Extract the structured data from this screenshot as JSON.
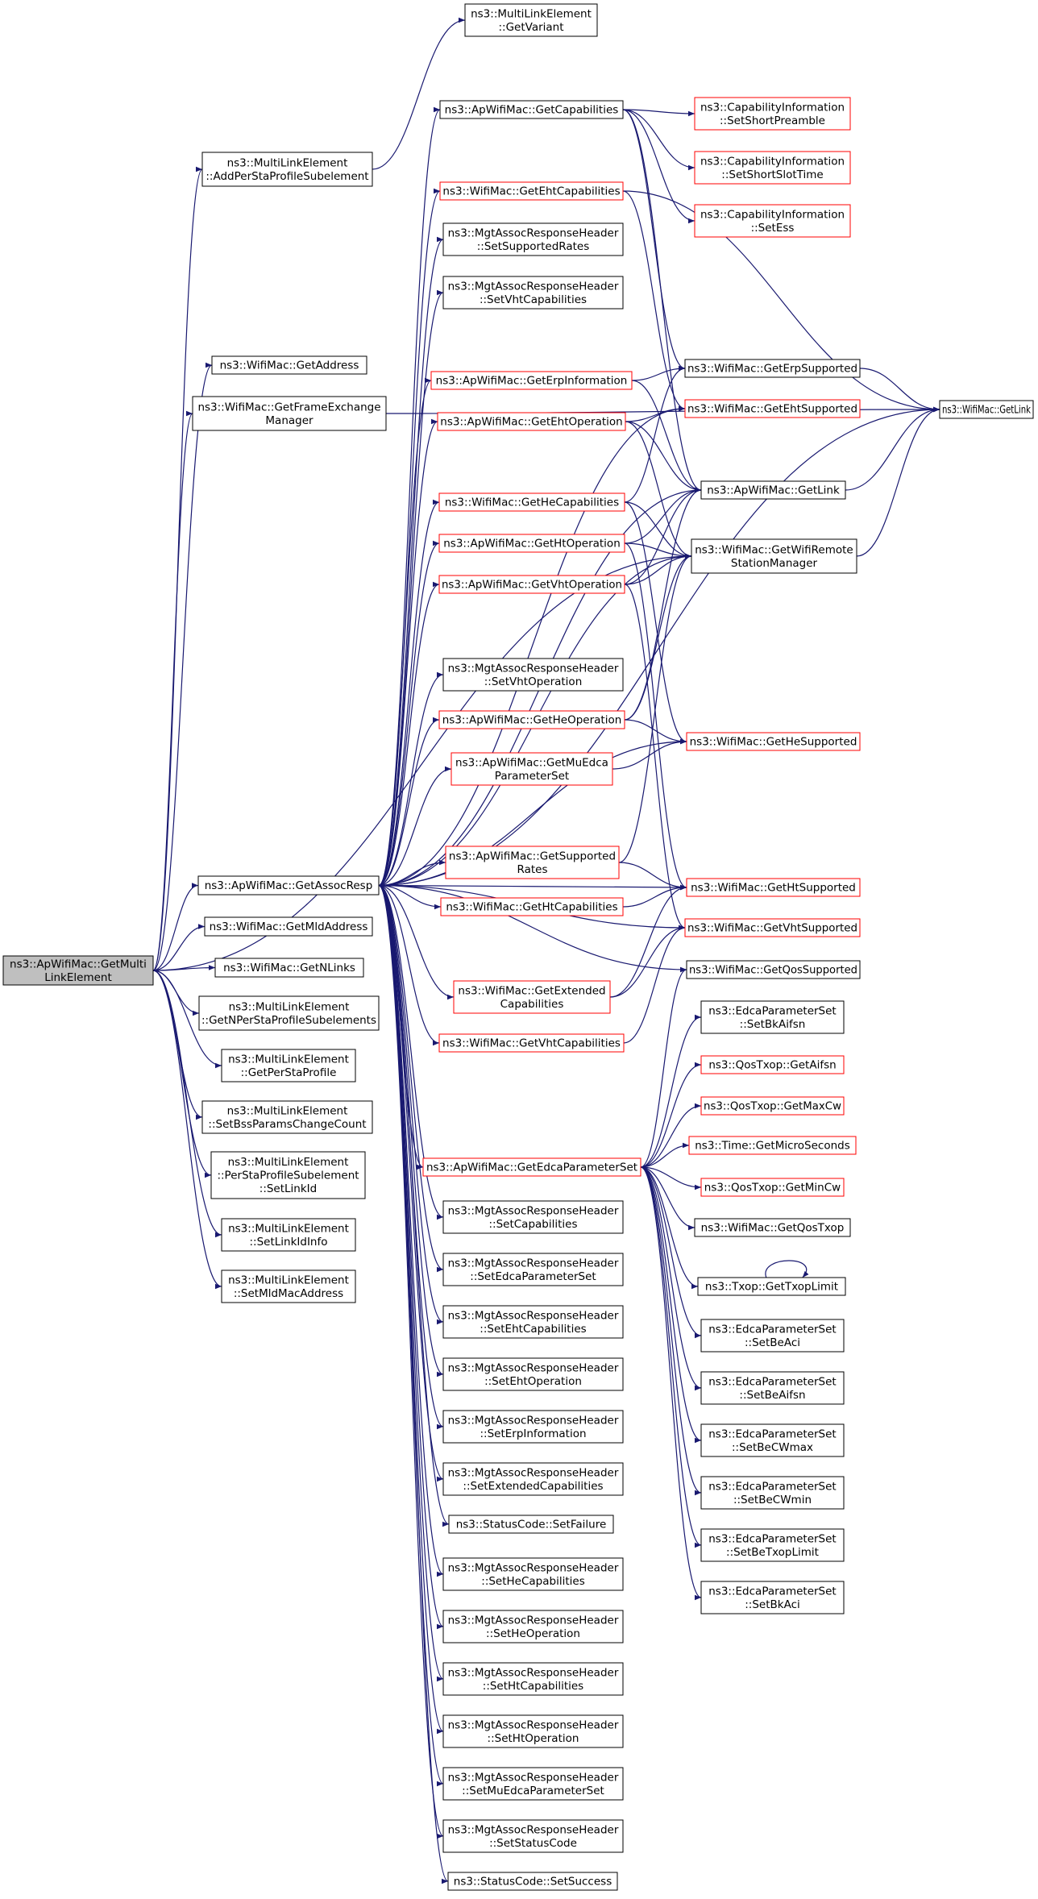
{
  "colors": {
    "edge": "#191970",
    "node_border_plain": "#000000",
    "node_border_red": "#ff0000",
    "node_fill_root": "#bfbfbf",
    "node_fill": "#ffffff"
  },
  "nodes": [
    {
      "id": "root",
      "lines": [
        "ns3::ApWifiMac::GetMulti",
        "LinkElement"
      ],
      "style": "root"
    },
    {
      "id": "addPerSta",
      "lines": [
        "ns3::MultiLinkElement",
        "::AddPerStaProfileSubelement"
      ],
      "style": "plain"
    },
    {
      "id": "getVariant",
      "lines": [
        "ns3::MultiLinkElement",
        "::GetVariant"
      ],
      "style": "plain"
    },
    {
      "id": "getAddress",
      "lines": [
        "ns3::WifiMac::GetAddress"
      ],
      "style": "plain"
    },
    {
      "id": "getFEM",
      "lines": [
        "ns3::WifiMac::GetFrameExchange",
        "Manager"
      ],
      "style": "plain"
    },
    {
      "id": "getAssocResp",
      "lines": [
        "ns3::ApWifiMac::GetAssocResp"
      ],
      "style": "plain"
    },
    {
      "id": "getMldAddress",
      "lines": [
        "ns3::WifiMac::GetMldAddress"
      ],
      "style": "plain"
    },
    {
      "id": "getNLinks",
      "lines": [
        "ns3::WifiMac::GetNLinks"
      ],
      "style": "plain"
    },
    {
      "id": "getNPerSta",
      "lines": [
        "ns3::MultiLinkElement",
        "::GetNPerStaProfileSubelements"
      ],
      "style": "plain"
    },
    {
      "id": "getPerSta",
      "lines": [
        "ns3::MultiLinkElement",
        "::GetPerStaProfile"
      ],
      "style": "plain"
    },
    {
      "id": "setBssParams",
      "lines": [
        "ns3::MultiLinkElement",
        "::SetBssParamsChangeCount"
      ],
      "style": "plain"
    },
    {
      "id": "setLinkId",
      "lines": [
        "ns3::MultiLinkElement",
        "::PerStaProfileSubelement",
        "::SetLinkId"
      ],
      "style": "plain"
    },
    {
      "id": "setLinkIdInfo",
      "lines": [
        "ns3::MultiLinkElement",
        "::SetLinkIdInfo"
      ],
      "style": "plain"
    },
    {
      "id": "setMldMac",
      "lines": [
        "ns3::MultiLinkElement",
        "::SetMldMacAddress"
      ],
      "style": "plain"
    },
    {
      "id": "apGetCaps",
      "lines": [
        "ns3::ApWifiMac::GetCapabilities"
      ],
      "style": "plain"
    },
    {
      "id": "wmGetEhtCaps",
      "lines": [
        "ns3::WifiMac::GetEhtCapabilities"
      ],
      "style": "red"
    },
    {
      "id": "marSetSuppRates",
      "lines": [
        "ns3::MgtAssocResponseHeader",
        "::SetSupportedRates"
      ],
      "style": "plain"
    },
    {
      "id": "marSetVhtCaps",
      "lines": [
        "ns3::MgtAssocResponseHeader",
        "::SetVhtCapabilities"
      ],
      "style": "plain"
    },
    {
      "id": "apGetErpInfo",
      "lines": [
        "ns3::ApWifiMac::GetErpInformation"
      ],
      "style": "red"
    },
    {
      "id": "apGetEhtOp",
      "lines": [
        "ns3::ApWifiMac::GetEhtOperation"
      ],
      "style": "red"
    },
    {
      "id": "wmGetHeCaps",
      "lines": [
        "ns3::WifiMac::GetHeCapabilities"
      ],
      "style": "red"
    },
    {
      "id": "apGetHtOp",
      "lines": [
        "ns3::ApWifiMac::GetHtOperation"
      ],
      "style": "red"
    },
    {
      "id": "apGetVhtOp",
      "lines": [
        "ns3::ApWifiMac::GetVhtOperation"
      ],
      "style": "red"
    },
    {
      "id": "marSetVhtOp",
      "lines": [
        "ns3::MgtAssocResponseHeader",
        "::SetVhtOperation"
      ],
      "style": "plain"
    },
    {
      "id": "apGetHeOp",
      "lines": [
        "ns3::ApWifiMac::GetHeOperation"
      ],
      "style": "red"
    },
    {
      "id": "apGetMuEdca",
      "lines": [
        "ns3::ApWifiMac::GetMuEdca",
        "ParameterSet"
      ],
      "style": "red"
    },
    {
      "id": "apGetSuppRates",
      "lines": [
        "ns3::ApWifiMac::GetSupported",
        "Rates"
      ],
      "style": "red"
    },
    {
      "id": "wmGetHtCaps",
      "lines": [
        "ns3::WifiMac::GetHtCapabilities"
      ],
      "style": "red"
    },
    {
      "id": "wmGetExtCaps",
      "lines": [
        "ns3::WifiMac::GetExtended",
        "Capabilities"
      ],
      "style": "red"
    },
    {
      "id": "wmGetVhtCaps",
      "lines": [
        "ns3::WifiMac::GetVhtCapabilities"
      ],
      "style": "red"
    },
    {
      "id": "apGetEdca",
      "lines": [
        "ns3::ApWifiMac::GetEdcaParameterSet"
      ],
      "style": "red"
    },
    {
      "id": "marSetCaps",
      "lines": [
        "ns3::MgtAssocResponseHeader",
        "::SetCapabilities"
      ],
      "style": "plain"
    },
    {
      "id": "marSetEdca",
      "lines": [
        "ns3::MgtAssocResponseHeader",
        "::SetEdcaParameterSet"
      ],
      "style": "plain"
    },
    {
      "id": "marSetEhtCaps",
      "lines": [
        "ns3::MgtAssocResponseHeader",
        "::SetEhtCapabilities"
      ],
      "style": "plain"
    },
    {
      "id": "marSetEhtOp",
      "lines": [
        "ns3::MgtAssocResponseHeader",
        "::SetEhtOperation"
      ],
      "style": "plain"
    },
    {
      "id": "marSetErpInfo",
      "lines": [
        "ns3::MgtAssocResponseHeader",
        "::SetErpInformation"
      ],
      "style": "plain"
    },
    {
      "id": "marSetExtCaps",
      "lines": [
        "ns3::MgtAssocResponseHeader",
        "::SetExtendedCapabilities"
      ],
      "style": "plain"
    },
    {
      "id": "scSetFailure",
      "lines": [
        "ns3::StatusCode::SetFailure"
      ],
      "style": "plain"
    },
    {
      "id": "marSetHeCaps",
      "lines": [
        "ns3::MgtAssocResponseHeader",
        "::SetHeCapabilities"
      ],
      "style": "plain"
    },
    {
      "id": "marSetHeOp",
      "lines": [
        "ns3::MgtAssocResponseHeader",
        "::SetHeOperation"
      ],
      "style": "plain"
    },
    {
      "id": "marSetHtCaps",
      "lines": [
        "ns3::MgtAssocResponseHeader",
        "::SetHtCapabilities"
      ],
      "style": "plain"
    },
    {
      "id": "marSetHtOp",
      "lines": [
        "ns3::MgtAssocResponseHeader",
        "::SetHtOperation"
      ],
      "style": "plain"
    },
    {
      "id": "marSetMuEdca",
      "lines": [
        "ns3::MgtAssocResponseHeader",
        "::SetMuEdcaParameterSet"
      ],
      "style": "plain"
    },
    {
      "id": "marSetStatus",
      "lines": [
        "ns3::MgtAssocResponseHeader",
        "::SetStatusCode"
      ],
      "style": "plain"
    },
    {
      "id": "scSetSuccess",
      "lines": [
        "ns3::StatusCode::SetSuccess"
      ],
      "style": "plain"
    },
    {
      "id": "ciSetShortPre",
      "lines": [
        "ns3::CapabilityInformation",
        "::SetShortPreamble"
      ],
      "style": "red"
    },
    {
      "id": "ciSetShortSlot",
      "lines": [
        "ns3::CapabilityInformation",
        "::SetShortSlotTime"
      ],
      "style": "red"
    },
    {
      "id": "ciSetEss",
      "lines": [
        "ns3::CapabilityInformation",
        "::SetEss"
      ],
      "style": "red"
    },
    {
      "id": "wmGetErpSupp",
      "lines": [
        "ns3::WifiMac::GetErpSupported"
      ],
      "style": "plain"
    },
    {
      "id": "wmGetEhtSupp",
      "lines": [
        "ns3::WifiMac::GetEhtSupported"
      ],
      "style": "red"
    },
    {
      "id": "apGetLink",
      "lines": [
        "ns3::ApWifiMac::GetLink"
      ],
      "style": "plain"
    },
    {
      "id": "wmGetRSM",
      "lines": [
        "ns3::WifiMac::GetWifiRemote",
        "StationManager"
      ],
      "style": "plain"
    },
    {
      "id": "wmGetHeSupp",
      "lines": [
        "ns3::WifiMac::GetHeSupported"
      ],
      "style": "red"
    },
    {
      "id": "wmGetHtSupp",
      "lines": [
        "ns3::WifiMac::GetHtSupported"
      ],
      "style": "red"
    },
    {
      "id": "wmGetVhtSupp",
      "lines": [
        "ns3::WifiMac::GetVhtSupported"
      ],
      "style": "red"
    },
    {
      "id": "wmGetQosSupp",
      "lines": [
        "ns3::WifiMac::GetQosSupported"
      ],
      "style": "plain"
    },
    {
      "id": "epsSetBkAifsn",
      "lines": [
        "ns3::EdcaParameterSet",
        "::SetBkAifsn"
      ],
      "style": "plain"
    },
    {
      "id": "qtGetAifsn",
      "lines": [
        "ns3::QosTxop::GetAifsn"
      ],
      "style": "red"
    },
    {
      "id": "qtGetMaxCw",
      "lines": [
        "ns3::QosTxop::GetMaxCw"
      ],
      "style": "red"
    },
    {
      "id": "timeGetMicro",
      "lines": [
        "ns3::Time::GetMicroSeconds"
      ],
      "style": "red"
    },
    {
      "id": "qtGetMinCw",
      "lines": [
        "ns3::QosTxop::GetMinCw"
      ],
      "style": "red"
    },
    {
      "id": "wmGetQosTxop",
      "lines": [
        "ns3::WifiMac::GetQosTxop"
      ],
      "style": "plain"
    },
    {
      "id": "txopGetLimit",
      "lines": [
        "ns3::Txop::GetTxopLimit"
      ],
      "style": "plain"
    },
    {
      "id": "epsSetBeAci",
      "lines": [
        "ns3::EdcaParameterSet",
        "::SetBeAci"
      ],
      "style": "plain"
    },
    {
      "id": "epsSetBeAifsn",
      "lines": [
        "ns3::EdcaParameterSet",
        "::SetBeAifsn"
      ],
      "style": "plain"
    },
    {
      "id": "epsSetBeCWmax",
      "lines": [
        "ns3::EdcaParameterSet",
        "::SetBeCWmax"
      ],
      "style": "plain"
    },
    {
      "id": "epsSetBeCWmin",
      "lines": [
        "ns3::EdcaParameterSet",
        "::SetBeCWmin"
      ],
      "style": "plain"
    },
    {
      "id": "epsSetBeTxop",
      "lines": [
        "ns3::EdcaParameterSet",
        "::SetBeTxopLimit"
      ],
      "style": "plain"
    },
    {
      "id": "epsSetBkAci",
      "lines": [
        "ns3::EdcaParameterSet",
        "::SetBkAci"
      ],
      "style": "plain"
    },
    {
      "id": "wmGetLink",
      "lines": [
        "ns3::WifiMac::GetLink"
      ],
      "style": "plain"
    }
  ],
  "edges": [
    [
      "root",
      "addPerSta"
    ],
    [
      "root",
      "getAddress"
    ],
    [
      "root",
      "getFEM"
    ],
    [
      "root",
      "getAssocResp"
    ],
    [
      "root",
      "getMldAddress"
    ],
    [
      "root",
      "getNLinks"
    ],
    [
      "root",
      "getNPerSta"
    ],
    [
      "root",
      "getPerSta"
    ],
    [
      "root",
      "setBssParams"
    ],
    [
      "root",
      "setLinkId"
    ],
    [
      "root",
      "setLinkIdInfo"
    ],
    [
      "root",
      "setMldMac"
    ],
    [
      "root",
      "wmGetRSM"
    ],
    [
      "addPerSta",
      "getVariant"
    ],
    [
      "getFEM",
      "wmGetLink"
    ],
    [
      "getAssocResp",
      "apGetCaps"
    ],
    [
      "getAssocResp",
      "wmGetEhtCaps"
    ],
    [
      "getAssocResp",
      "marSetSuppRates"
    ],
    [
      "getAssocResp",
      "marSetVhtCaps"
    ],
    [
      "getAssocResp",
      "apGetErpInfo"
    ],
    [
      "getAssocResp",
      "apGetEhtOp"
    ],
    [
      "getAssocResp",
      "wmGetHeCaps"
    ],
    [
      "getAssocResp",
      "apGetHtOp"
    ],
    [
      "getAssocResp",
      "apGetVhtOp"
    ],
    [
      "getAssocResp",
      "marSetVhtOp"
    ],
    [
      "getAssocResp",
      "apGetHeOp"
    ],
    [
      "getAssocResp",
      "apGetMuEdca"
    ],
    [
      "getAssocResp",
      "apGetSuppRates"
    ],
    [
      "getAssocResp",
      "wmGetHtCaps"
    ],
    [
      "getAssocResp",
      "wmGetExtCaps"
    ],
    [
      "getAssocResp",
      "wmGetVhtCaps"
    ],
    [
      "getAssocResp",
      "apGetEdca"
    ],
    [
      "getAssocResp",
      "marSetCaps"
    ],
    [
      "getAssocResp",
      "marSetEdca"
    ],
    [
      "getAssocResp",
      "marSetEhtCaps"
    ],
    [
      "getAssocResp",
      "marSetEhtOp"
    ],
    [
      "getAssocResp",
      "marSetErpInfo"
    ],
    [
      "getAssocResp",
      "marSetExtCaps"
    ],
    [
      "getAssocResp",
      "scSetFailure"
    ],
    [
      "getAssocResp",
      "marSetHeCaps"
    ],
    [
      "getAssocResp",
      "marSetHeOp"
    ],
    [
      "getAssocResp",
      "marSetHtCaps"
    ],
    [
      "getAssocResp",
      "marSetHtOp"
    ],
    [
      "getAssocResp",
      "marSetMuEdca"
    ],
    [
      "getAssocResp",
      "marSetStatus"
    ],
    [
      "getAssocResp",
      "scSetSuccess"
    ],
    [
      "getAssocResp",
      "wmGetEhtSupp"
    ],
    [
      "getAssocResp",
      "wmGetHeSupp"
    ],
    [
      "getAssocResp",
      "wmGetHtSupp"
    ],
    [
      "getAssocResp",
      "wmGetVhtSupp"
    ],
    [
      "getAssocResp",
      "wmGetQosSupp"
    ],
    [
      "getAssocResp",
      "apGetLink"
    ],
    [
      "getAssocResp",
      "wmGetRSM"
    ],
    [
      "getAssocResp",
      "wmGetLink"
    ],
    [
      "apGetCaps",
      "ciSetShortPre"
    ],
    [
      "apGetCaps",
      "ciSetShortSlot"
    ],
    [
      "apGetCaps",
      "ciSetEss"
    ],
    [
      "apGetCaps",
      "wmGetErpSupp"
    ],
    [
      "apGetCaps",
      "apGetLink"
    ],
    [
      "wmGetEhtCaps",
      "wmGetEhtSupp"
    ],
    [
      "wmGetEhtCaps",
      "wmGetLink"
    ],
    [
      "apGetErpInfo",
      "wmGetErpSupp"
    ],
    [
      "apGetErpInfo",
      "apGetLink"
    ],
    [
      "apGetEhtOp",
      "wmGetEhtSupp"
    ],
    [
      "apGetEhtOp",
      "apGetLink"
    ],
    [
      "apGetEhtOp",
      "wmGetRSM"
    ],
    [
      "wmGetHeCaps",
      "wmGetHeSupp"
    ],
    [
      "wmGetHeCaps",
      "wmGetErpSupp"
    ],
    [
      "wmGetHeCaps",
      "wmGetRSM"
    ],
    [
      "apGetHtOp",
      "wmGetHtSupp"
    ],
    [
      "apGetHtOp",
      "apGetLink"
    ],
    [
      "apGetHtOp",
      "wmGetRSM"
    ],
    [
      "apGetVhtOp",
      "wmGetVhtSupp"
    ],
    [
      "apGetVhtOp",
      "apGetLink"
    ],
    [
      "apGetVhtOp",
      "wmGetRSM"
    ],
    [
      "apGetHeOp",
      "wmGetHeSupp"
    ],
    [
      "apGetHeOp",
      "apGetLink"
    ],
    [
      "apGetHeOp",
      "wmGetRSM"
    ],
    [
      "apGetMuEdca",
      "wmGetHeSupp"
    ],
    [
      "apGetSuppRates",
      "wmGetHtSupp"
    ],
    [
      "apGetSuppRates",
      "wmGetRSM"
    ],
    [
      "wmGetHtCaps",
      "wmGetHtSupp"
    ],
    [
      "wmGetExtCaps",
      "wmGetHtSupp"
    ],
    [
      "wmGetExtCaps",
      "wmGetVhtSupp"
    ],
    [
      "wmGetVhtCaps",
      "wmGetVhtSupp"
    ],
    [
      "apGetEdca",
      "wmGetQosSupp"
    ],
    [
      "apGetEdca",
      "epsSetBkAifsn"
    ],
    [
      "apGetEdca",
      "qtGetAifsn"
    ],
    [
      "apGetEdca",
      "qtGetMaxCw"
    ],
    [
      "apGetEdca",
      "timeGetMicro"
    ],
    [
      "apGetEdca",
      "qtGetMinCw"
    ],
    [
      "apGetEdca",
      "wmGetQosTxop"
    ],
    [
      "apGetEdca",
      "txopGetLimit"
    ],
    [
      "apGetEdca",
      "epsSetBeAci"
    ],
    [
      "apGetEdca",
      "epsSetBeAifsn"
    ],
    [
      "apGetEdca",
      "epsSetBeCWmax"
    ],
    [
      "apGetEdca",
      "epsSetBeCWmin"
    ],
    [
      "apGetEdca",
      "epsSetBeTxop"
    ],
    [
      "apGetEdca",
      "epsSetBkAci"
    ],
    [
      "txopGetLimit",
      "txopGetLimit"
    ],
    [
      "wmGetErpSupp",
      "wmGetLink"
    ],
    [
      "apGetLink",
      "wmGetLink"
    ],
    [
      "wmGetRSM",
      "wmGetLink"
    ]
  ]
}
